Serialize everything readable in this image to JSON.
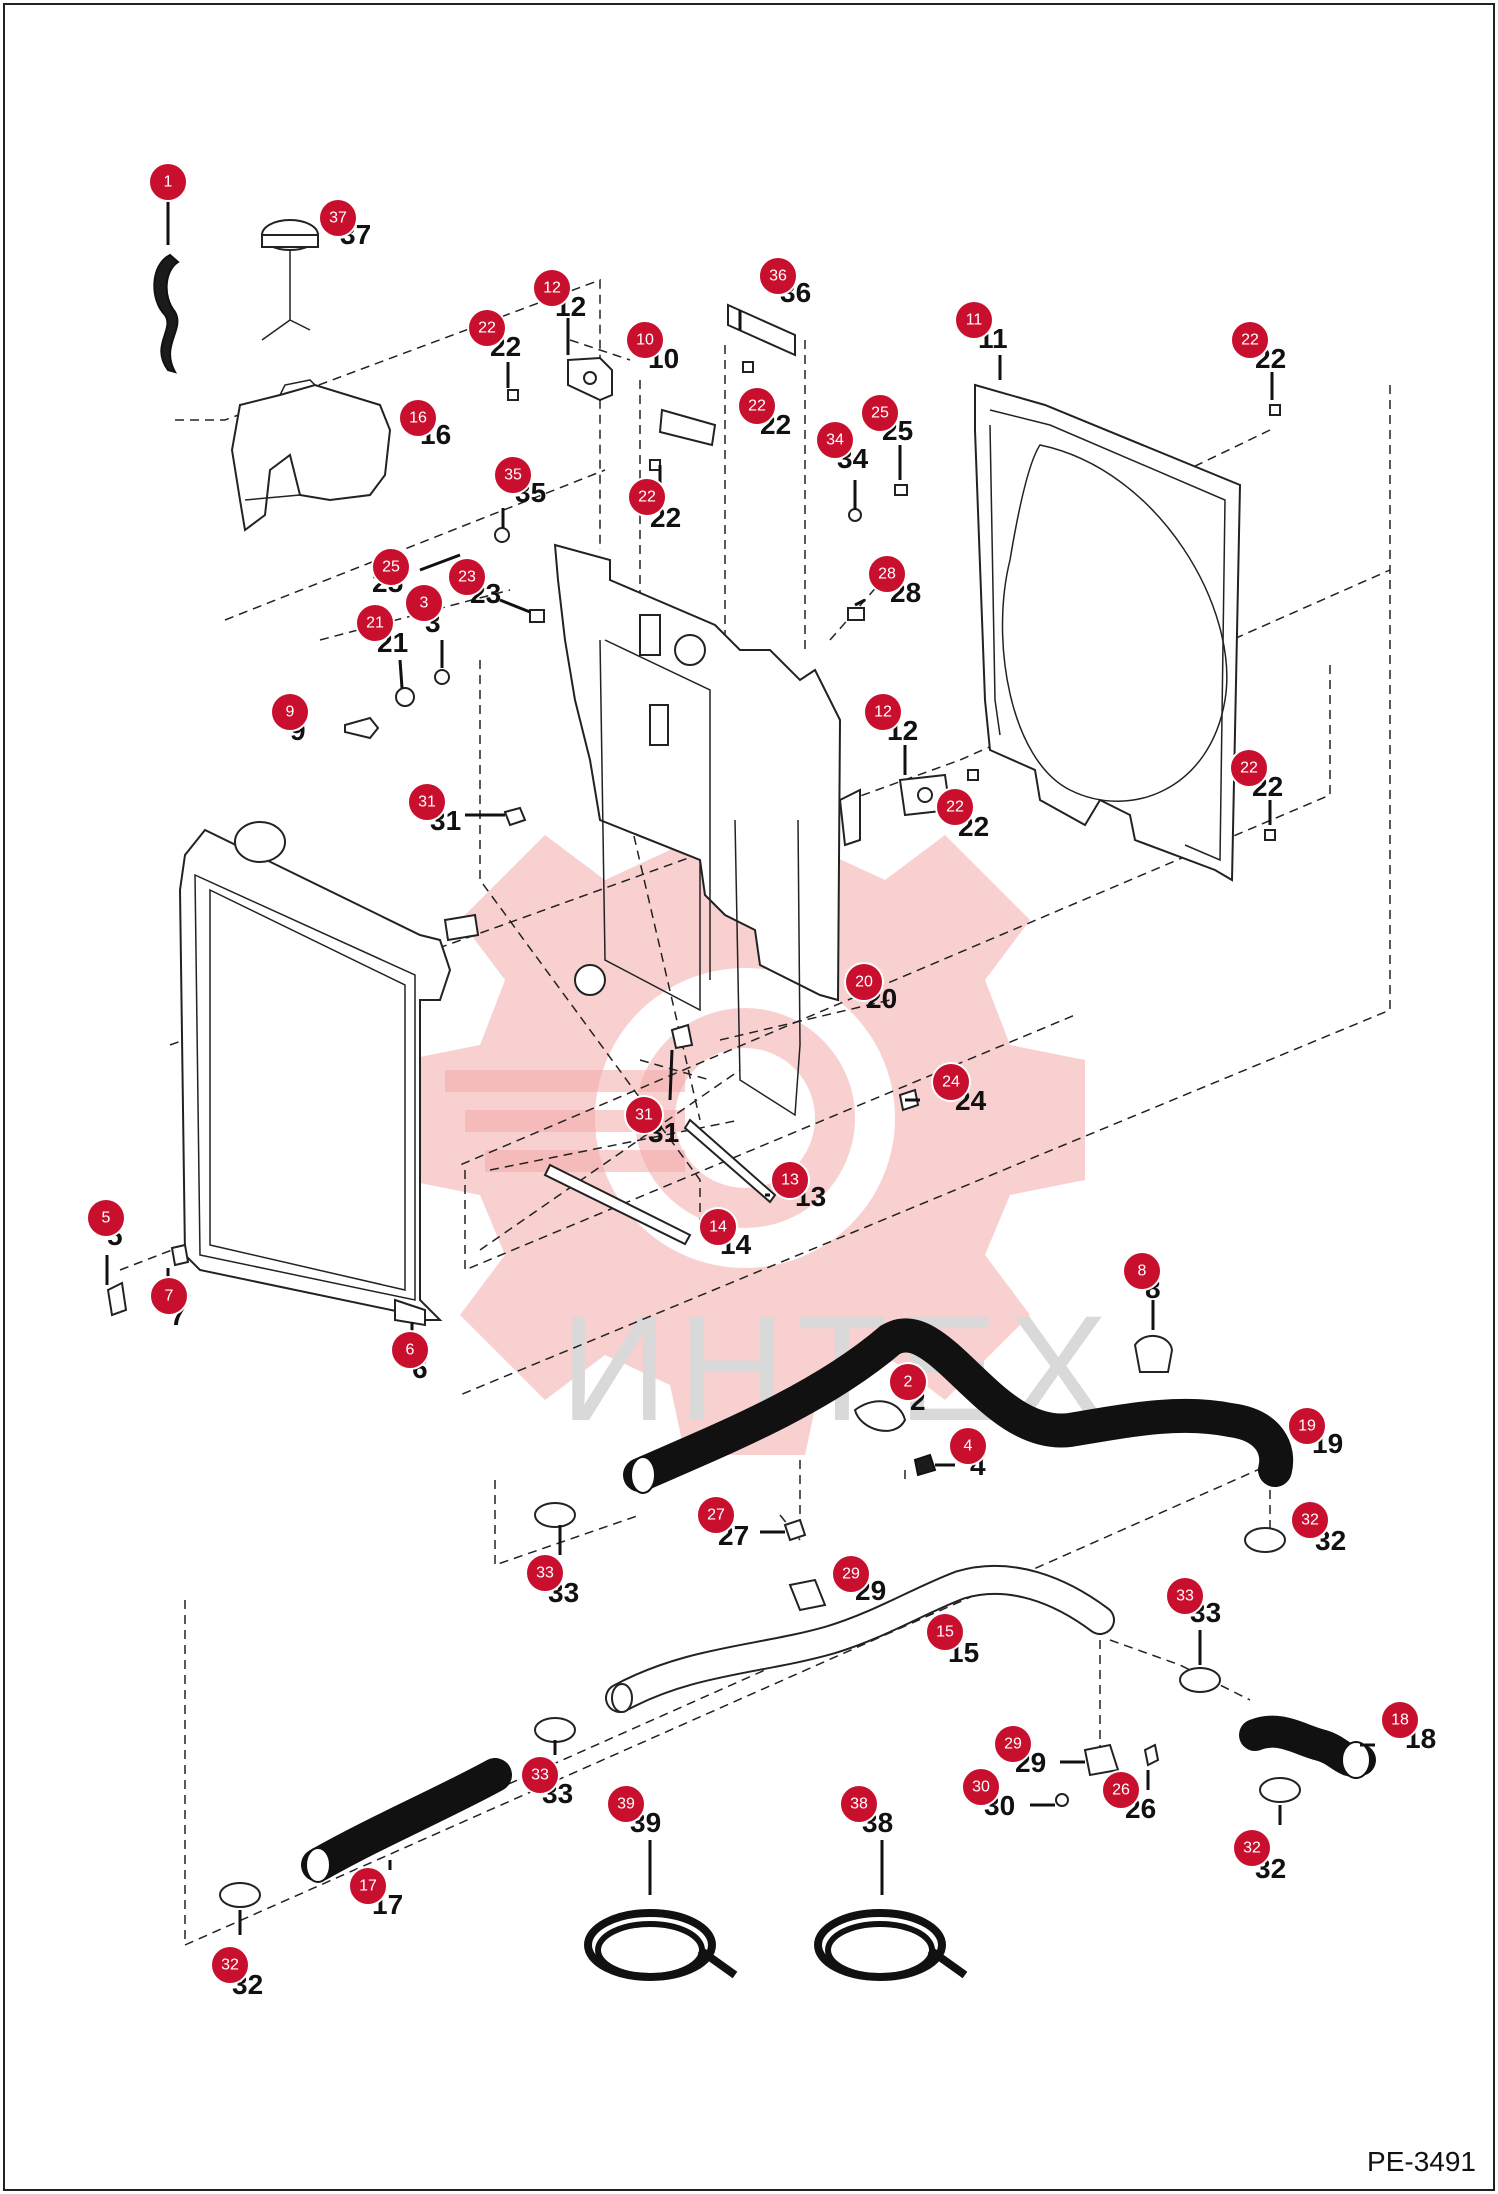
{
  "document": {
    "code": "PE-3491"
  },
  "watermark": {
    "text": "ИНТЕХ",
    "color": "#f3a9a9"
  },
  "colors": {
    "callout": "#c8102e",
    "ink": "#111111"
  },
  "callouts": [
    {
      "id": "1",
      "number": "1",
      "label": ""
    },
    {
      "id": "37",
      "number": "37",
      "label": "37"
    },
    {
      "id": "16",
      "number": "16",
      "label": "16"
    },
    {
      "id": "12a",
      "number": "12",
      "label": "12"
    },
    {
      "id": "22a",
      "number": "22",
      "label": "22"
    },
    {
      "id": "10",
      "number": "10",
      "label": "10"
    },
    {
      "id": "36",
      "number": "36",
      "label": "36"
    },
    {
      "id": "22b",
      "number": "22",
      "label": "22"
    },
    {
      "id": "22c",
      "number": "22",
      "label": "22"
    },
    {
      "id": "11",
      "number": "11",
      "label": "11"
    },
    {
      "id": "22d",
      "number": "22",
      "label": "22"
    },
    {
      "id": "25a",
      "number": "25",
      "label": "25"
    },
    {
      "id": "34",
      "number": "34",
      "label": "34"
    },
    {
      "id": "35",
      "number": "35",
      "label": "35"
    },
    {
      "id": "25b",
      "number": "25",
      "label": "25"
    },
    {
      "id": "23",
      "number": "23",
      "label": "23"
    },
    {
      "id": "3",
      "number": "3",
      "label": "3"
    },
    {
      "id": "21",
      "number": "21",
      "label": "21"
    },
    {
      "id": "28",
      "number": "28",
      "label": "28"
    },
    {
      "id": "9",
      "number": "9",
      "label": "9"
    },
    {
      "id": "12b",
      "number": "12",
      "label": "12"
    },
    {
      "id": "22e",
      "number": "22",
      "label": "22"
    },
    {
      "id": "22f",
      "number": "22",
      "label": "22"
    },
    {
      "id": "31a",
      "number": "31",
      "label": "31"
    },
    {
      "id": "20",
      "number": "20",
      "label": "20"
    },
    {
      "id": "24",
      "number": "24",
      "label": "24"
    },
    {
      "id": "31b",
      "number": "31",
      "label": "31"
    },
    {
      "id": "13",
      "number": "13",
      "label": "13"
    },
    {
      "id": "14",
      "number": "14",
      "label": "14"
    },
    {
      "id": "5",
      "number": "5",
      "label": "5"
    },
    {
      "id": "7",
      "number": "7",
      "label": "7"
    },
    {
      "id": "6",
      "number": "6",
      "label": "6"
    },
    {
      "id": "8",
      "number": "8",
      "label": "8"
    },
    {
      "id": "2",
      "number": "2",
      "label": "2"
    },
    {
      "id": "4",
      "number": "4",
      "label": "4"
    },
    {
      "id": "19",
      "number": "19",
      "label": "19"
    },
    {
      "id": "32a",
      "number": "32",
      "label": "32"
    },
    {
      "id": "27",
      "number": "27",
      "label": "27"
    },
    {
      "id": "29a",
      "number": "29",
      "label": "29"
    },
    {
      "id": "33a",
      "number": "33",
      "label": "33"
    },
    {
      "id": "15",
      "number": "15",
      "label": "15"
    },
    {
      "id": "33b",
      "number": "33",
      "label": "33"
    },
    {
      "id": "29b",
      "number": "29",
      "label": "29"
    },
    {
      "id": "18",
      "number": "18",
      "label": "18"
    },
    {
      "id": "33c",
      "number": "33",
      "label": "33"
    },
    {
      "id": "30",
      "number": "30",
      "label": "30"
    },
    {
      "id": "26",
      "number": "26",
      "label": "26"
    },
    {
      "id": "39",
      "number": "39",
      "label": "39"
    },
    {
      "id": "38",
      "number": "38",
      "label": "38"
    },
    {
      "id": "32b",
      "number": "32",
      "label": "32"
    },
    {
      "id": "17",
      "number": "17",
      "label": "17"
    },
    {
      "id": "32c",
      "number": "32",
      "label": "32"
    }
  ]
}
